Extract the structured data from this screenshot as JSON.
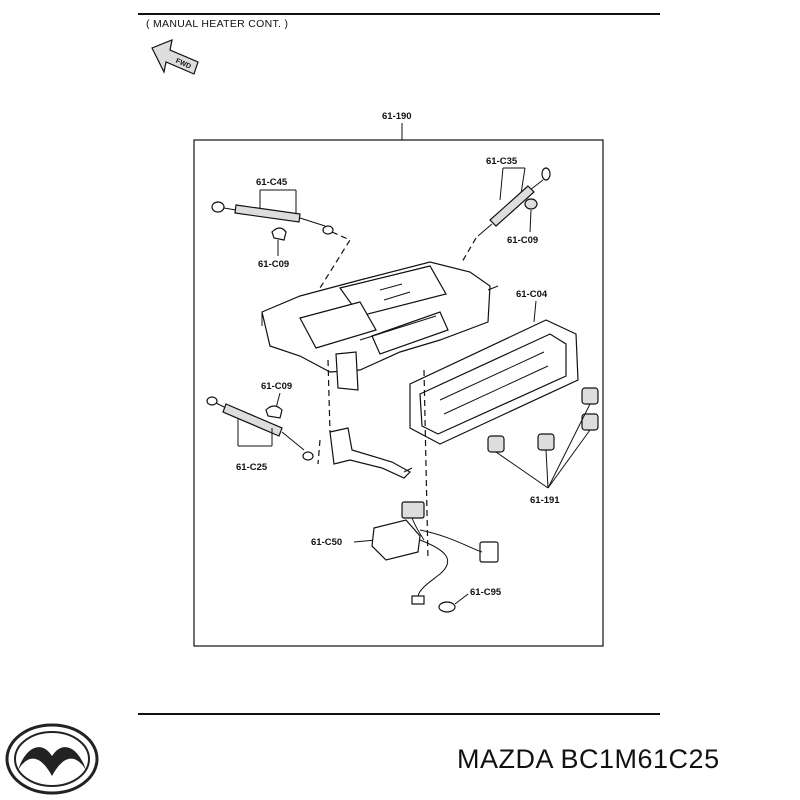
{
  "header": {
    "section_title": "( MANUAL HEATER CONT. )",
    "fwd_arrow_text": "FWD"
  },
  "diagram": {
    "assembly_label": "61-190",
    "part_labels": {
      "c45": "61-C45",
      "c09_top_left": "61-C09",
      "c35": "61-C35",
      "c09_top_right": "61-C09",
      "c04": "61-C04",
      "c09_mid_left": "61-C09",
      "c25": "61-C25",
      "p191": "61-191",
      "c50": "61-C50",
      "c95": "61-C95"
    }
  },
  "footer": {
    "brand": "Mazda",
    "part_number_text": "MAZDA BC1M61C25"
  },
  "colors": {
    "line": "#111111",
    "background": "#ffffff"
  }
}
